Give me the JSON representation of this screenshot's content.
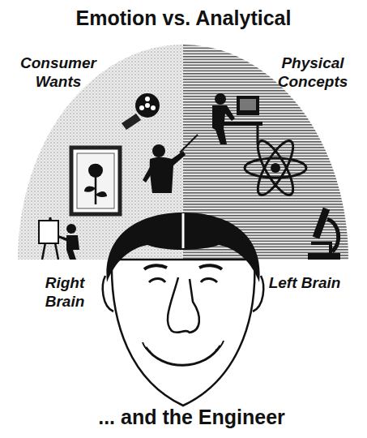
{
  "diagram": {
    "title": "Emotion vs. Analytical",
    "caption": "... and the Engineer",
    "nodes": [
      {
        "text": [
          "Consumer Wants",
          "Right Brain"
        ]
      },
      {
        "text": [
          "Physical Concepts",
          "Left Brain"
        ]
      }
    ]
  }
}
